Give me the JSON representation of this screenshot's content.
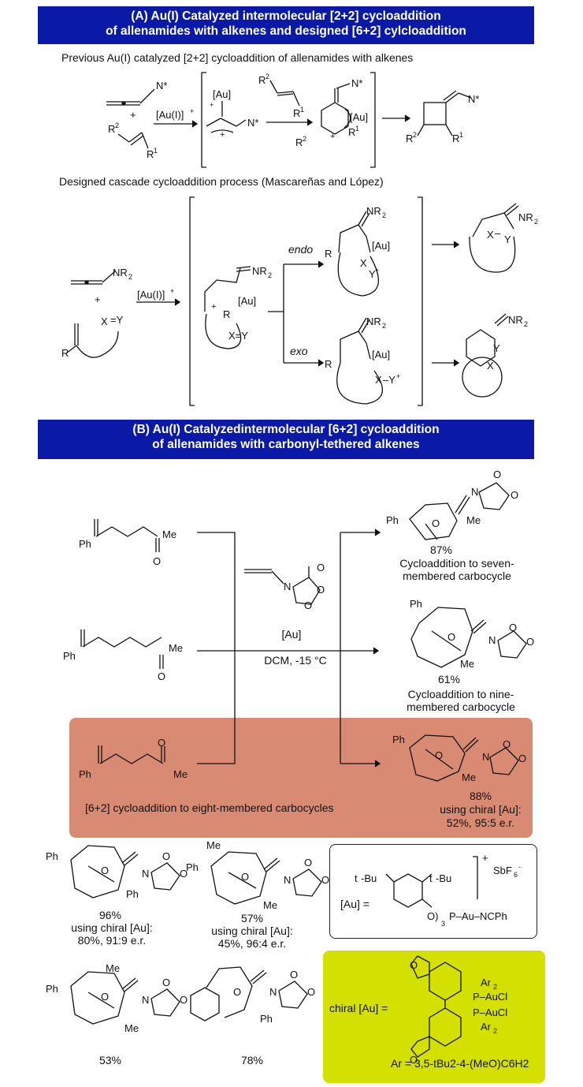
{
  "section_a": {
    "title_line1": "(A) Au(I) Catalyzed intermolecular [2+2] cycloaddition",
    "title_line2": "of allenamides with alkenes and designed [6+2] cylcloaddition",
    "previous_caption": "Previous Au(I) catalyzed [2+2] cycloaddition of allenamides with alkenes",
    "designed_caption": "Designed cascade cycloaddition process (Mascareñas and López)",
    "catalyst_arrow_label": "[Au(I)]+",
    "endo_label": "endo",
    "exo_label": "exo"
  },
  "section_b": {
    "title_line1": "(B) Au(I) Catalyzedintermolecular [6+2] cycloaddition",
    "title_line2": "of allenamides with carbonyl-tethered alkenes",
    "conditions_catalyst": "[Au]",
    "conditions_solvent": "DCM, -15 °C",
    "product1_yield": "87%",
    "product1_caption_1": "Cycloaddition to seven-",
    "product1_caption_2": "membered carbocycle",
    "product2_yield": "61%",
    "product2_caption_1": "Cycloaddition to nine-",
    "product2_caption_2": "membered carbocycle",
    "highlight_caption": "[6+2] cycloaddition to eight-membered carbocycles",
    "product3_yield": "88%",
    "product3_chiral_1": "using chiral [Au]:",
    "product3_chiral_2": "52%, 95:5 e.r."
  },
  "scope": {
    "s1_yield": "96%",
    "s1_chiral_1": "using chiral [Au]:",
    "s1_chiral_2": "80%, 91:9 e.r.",
    "s2_yield": "57%",
    "s2_chiral_1": "using chiral [Au]:",
    "s2_chiral_2": "45%, 96:4 e.r.",
    "s3_yield": "53%",
    "s4_yield": "78%"
  },
  "catalyst": {
    "au_label": "[Au] =",
    "chiral_label": "chiral [Au] =",
    "ar_definition": "Ar = 3,5-tBu2-4-(MeO)C6H2"
  },
  "colors": {
    "banner": "#0b1aa6",
    "highlight_box": "#d98a72",
    "chiral_box": "#d4e000"
  }
}
